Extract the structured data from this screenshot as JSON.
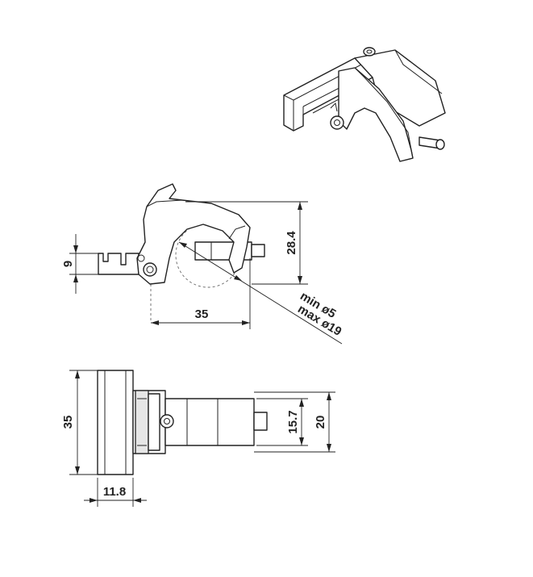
{
  "dimensions": {
    "side_view": {
      "height_small": "9",
      "height_total": "28.4",
      "width": "35",
      "diameter_min": "min ø5",
      "diameter_max": "max ø19"
    },
    "bottom_view": {
      "height": "35",
      "width": "11.8",
      "pin_length": "15.7",
      "total_length": "20"
    }
  }
}
